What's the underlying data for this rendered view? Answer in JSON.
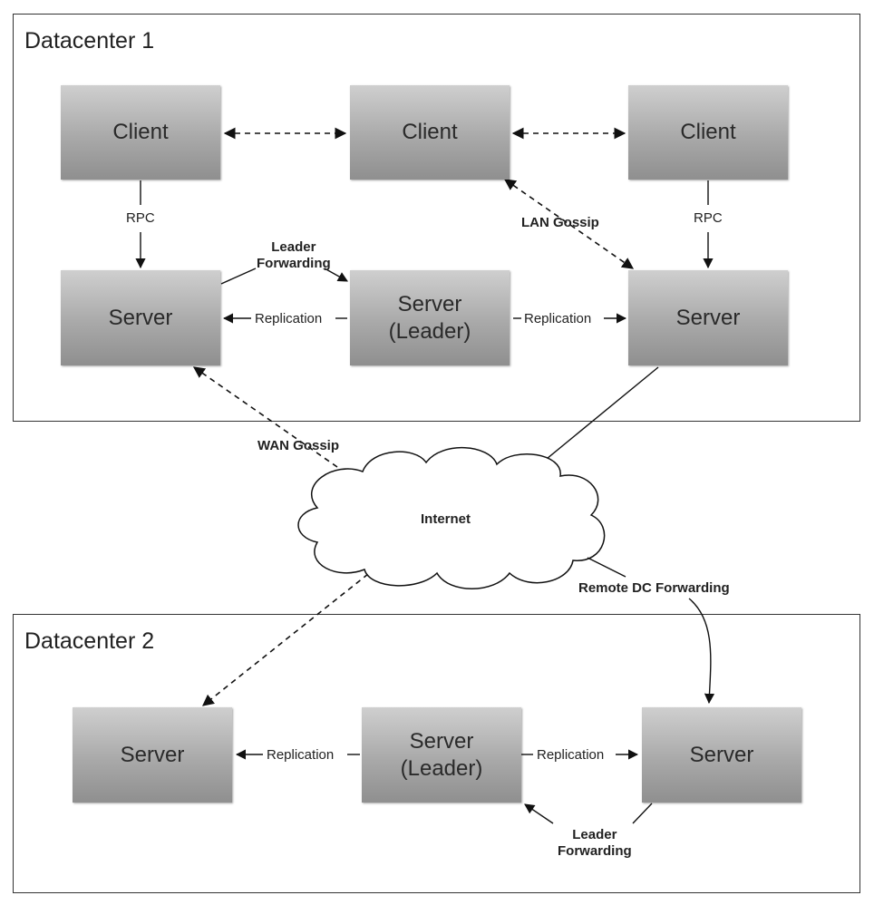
{
  "datacenters": [
    {
      "title": "Datacenter 1"
    },
    {
      "title": "Datacenter 2"
    }
  ],
  "dc1": {
    "client_1": "Client",
    "client_2": "Client",
    "client_3": "Client",
    "server_left": "Server",
    "server_leader_line1": "Server",
    "server_leader_line2": "(Leader)",
    "server_right": "Server"
  },
  "dc2": {
    "server_left": "Server",
    "server_leader_line1": "Server",
    "server_leader_line2": "(Leader)",
    "server_right": "Server"
  },
  "internet": "Internet",
  "labels": {
    "rpc_left": "RPC",
    "rpc_right": "RPC",
    "lan_gossip": "LAN Gossip",
    "leader_forwarding_1_line1": "Leader",
    "leader_forwarding_1_line2": "Forwarding",
    "replication_dc1_left": "Replication",
    "replication_dc1_right": "Replication",
    "wan_gossip": "WAN Gossip",
    "remote_dc_forwarding": "Remote DC Forwarding",
    "replication_dc2_left": "Replication",
    "replication_dc2_right": "Replication",
    "leader_forwarding_2_line1": "Leader",
    "leader_forwarding_2_line2": "Forwarding"
  }
}
